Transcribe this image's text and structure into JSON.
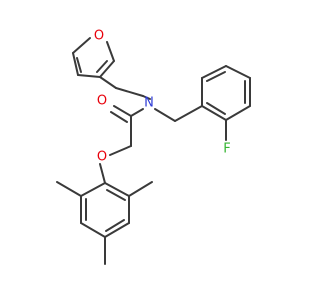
{
  "colors": {
    "bond": "#3a3a3a",
    "carbon": "#3a3a3a",
    "oxygen": "#e8000b",
    "nitrogen": "#2d3bd6",
    "fluorine": "#35b532"
  },
  "atom_labels": {
    "furan_oxygen": "O",
    "carbonyl_oxygen": "O",
    "ether_oxygen": "O",
    "amide_nitrogen": "N",
    "fluorine": "F"
  }
}
